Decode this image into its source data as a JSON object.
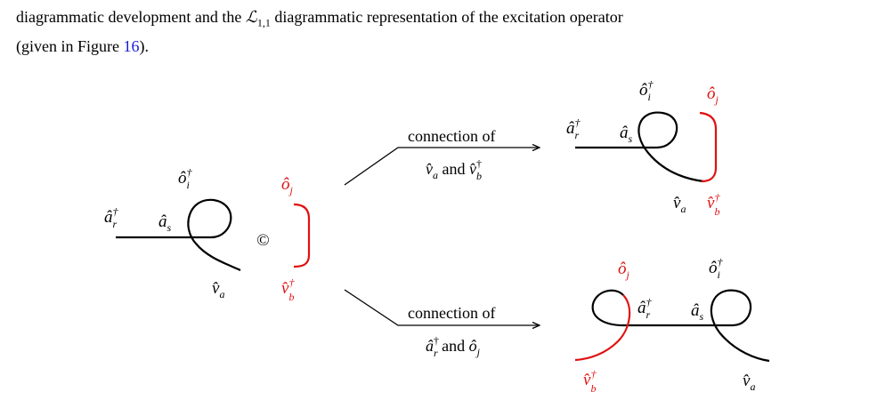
{
  "paragraph": {
    "line1_pre": "diagrammatic development and the ",
    "symbol": "ℒ",
    "symbol_sub": "1,1",
    "line1_post": " diagrammatic representation of the excitation operator",
    "line2_pre": "(given in Figure ",
    "figure_ref": "16",
    "line2_post": ")."
  },
  "diagram": {
    "left": {
      "a_r_dag": "â",
      "a_r_sub": "r",
      "a_s": "â",
      "a_s_sub": "s",
      "o_i_dag": "ô",
      "o_i_sub": "i",
      "v_a": "v̂",
      "v_a_sub": "a",
      "o_j": "ô",
      "o_j_sub": "j",
      "v_b_dag": "v̂",
      "v_b_sub": "b",
      "dagger": "†",
      "product_symbol": "©"
    },
    "top_arrow": {
      "line1": "connection of",
      "line2_pre": "v̂",
      "line2_mid": " and ",
      "line2_post": "v̂"
    },
    "bottom_arrow": {
      "line1": "connection of",
      "line2_pre": "â",
      "line2_mid": " and ",
      "line2_post": "ô"
    },
    "colors": {
      "black": "#000000",
      "red": "#e01010",
      "link": "#1a1ad6"
    }
  }
}
